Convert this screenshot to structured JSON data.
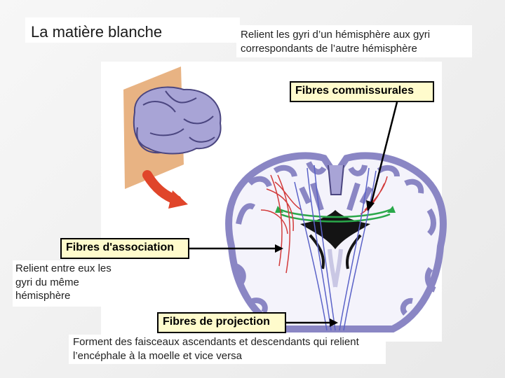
{
  "title": "La matière blanche",
  "top_description": "Relient les gyri d’un hémisphère aux gyri correspondants de l’autre hémisphère",
  "labels": {
    "commissural": "Fibres commissurales",
    "association": "Fibres d'association",
    "projection": "Fibres de projection"
  },
  "descriptions": {
    "association": "Relient entre eux les gyri du même hémisphère",
    "projection": "Forment des faisceaux ascendants et descendants qui relient l’encéphale à la moelle et vice versa"
  },
  "colors": {
    "brain_fill": "#a8a4d6",
    "brain_outline": "#4b4680",
    "plane": "#e09a5a",
    "arrow_red": "#e0452a",
    "commissural_fibers": "#2aa84a",
    "association_fibers": "#d23a3a",
    "projection_fibers": "#5a62c8",
    "label_fill": "#fffbcc"
  }
}
